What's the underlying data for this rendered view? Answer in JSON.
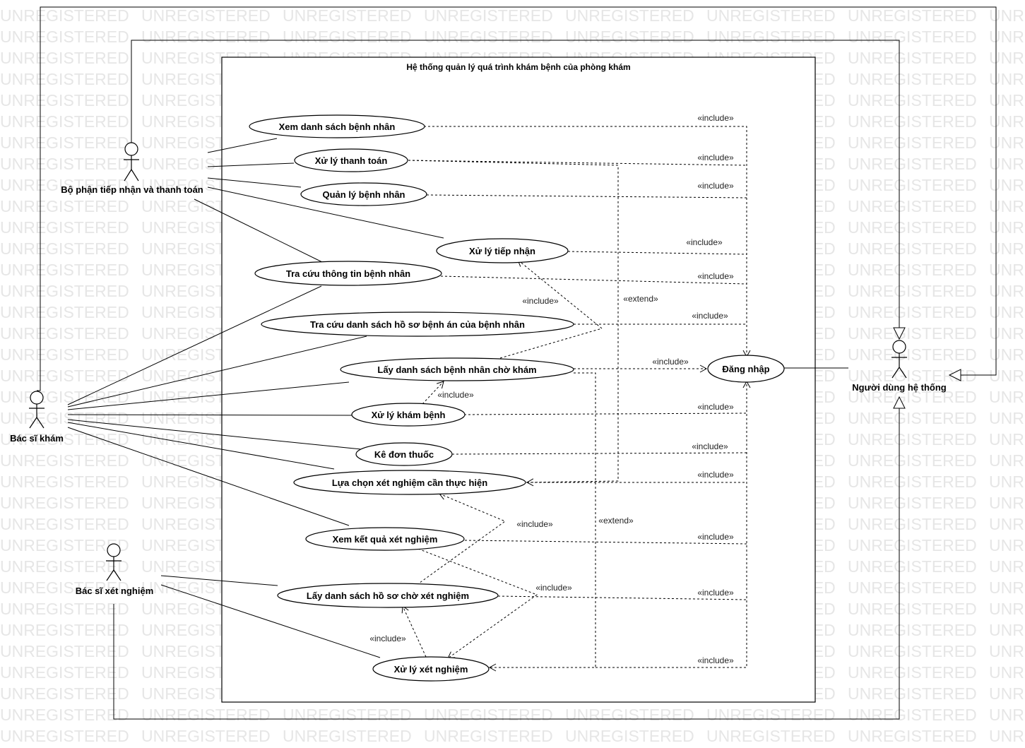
{
  "watermark": "UNREGISTERED",
  "system_title": "Hệ thống quản lý quá trình khám bệnh của phòng khám",
  "actors": {
    "reception": "Bộ phận tiếp nhận và thanh toán",
    "doctor": "Bác sĩ khám",
    "lab_doctor": "Bác sĩ xét nghiệm",
    "system_user": "Người dùng hệ thống"
  },
  "use_cases": {
    "view_patients": "Xem danh sách bệnh nhân",
    "payment": "Xử lý thanh toán",
    "manage_patients": "Quản lý bệnh nhân",
    "reception": "Xử lý tiếp nhận",
    "lookup_patient": "Tra cứu thông tin bệnh nhân",
    "lookup_records": "Tra cứu danh sách hồ sơ bệnh án của bệnh nhân",
    "waiting_list": "Lấy danh sách bệnh nhân chờ khám",
    "examination": "Xử lý khám bệnh",
    "prescription": "Kê đơn thuốc",
    "choose_tests": "Lựa chọn xét nghiệm cần thực hiện",
    "view_results": "Xem kết quả xét nghiệm",
    "pending_tests": "Lấy danh sách hồ sơ chờ xét nghiệm",
    "process_tests": "Xử lý xét nghiệm",
    "login": "Đăng nhập"
  },
  "stereotypes": {
    "include": "«include»",
    "extend": "«extend»"
  }
}
